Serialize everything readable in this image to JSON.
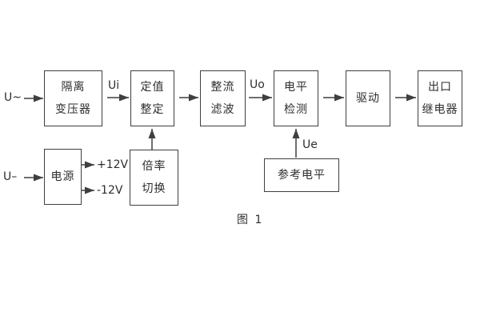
{
  "figure": {
    "caption": "图 1"
  },
  "nodes": {
    "isolation_transformer": {
      "line1": "隔离",
      "line2": "变压器"
    },
    "setting_adjust": {
      "line1": "定值",
      "line2": "整定"
    },
    "rectifier_filter": {
      "line1": "整流",
      "line2": "滤波"
    },
    "level_detector": {
      "line1": "电平",
      "line2": "检测"
    },
    "driver": {
      "line1": "驱动"
    },
    "output_relay": {
      "line1": "出口",
      "line2": "继电器"
    },
    "power_supply": {
      "line1": "电源"
    },
    "ratio_switch": {
      "line1": "倍率",
      "line2": "切换"
    },
    "reference_level": {
      "line1": "参考电平"
    }
  },
  "signals": {
    "input_ac": "U~",
    "input_dc": "U–",
    "ui": "Ui",
    "uo": "Uo",
    "ue": "Ue",
    "plus12v": "+12V",
    "minus12v": "-12V"
  },
  "colors": {
    "line": "#3f3f3f",
    "text": "#2e2e2e",
    "background": "#ffffff"
  }
}
